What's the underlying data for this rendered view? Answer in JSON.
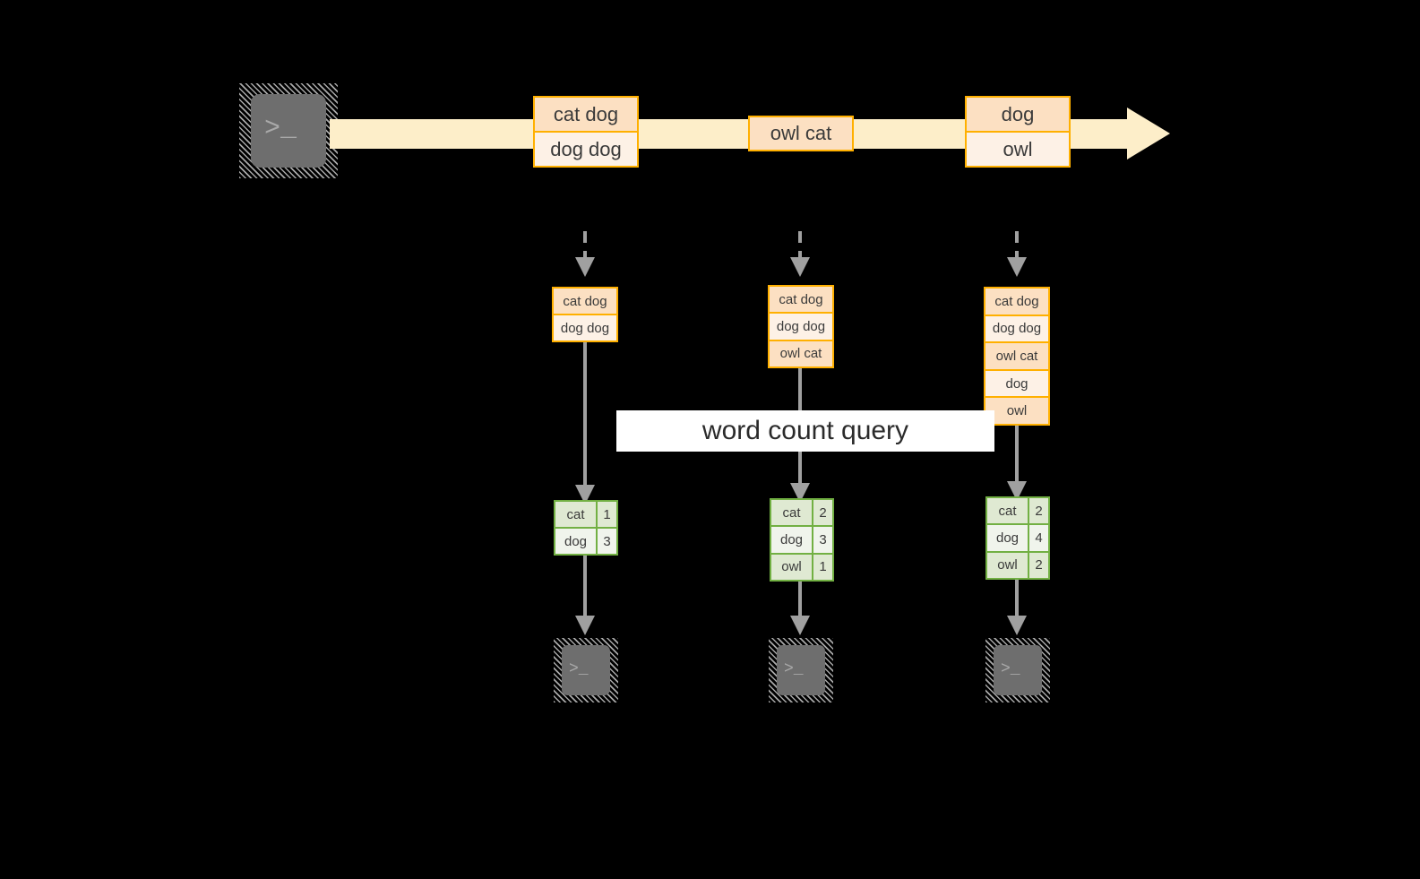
{
  "diagram": {
    "title_label": "word count query",
    "colors": {
      "background": "#000000",
      "stream_fill": "#fdeec9",
      "event_border": "#ffb000",
      "event_fill_dark": "#fce0c2",
      "event_fill_light": "#fdf1e6",
      "result_border": "#72b043",
      "result_fill_dark": "#dfe9d2",
      "result_fill_light": "#f0f4ec",
      "arrow_gray": "#a0a0a0",
      "terminal_fill": "#6e6e6e",
      "label_background": "#ffffff"
    },
    "source": {
      "icon": "terminal-icon",
      "glyph": ">_"
    },
    "stream": {
      "name": "event-stream-arrow",
      "events": [
        {
          "id": "event-1",
          "lines": [
            "cat dog",
            "dog dog"
          ]
        },
        {
          "id": "event-2",
          "lines": [
            "owl cat"
          ]
        },
        {
          "id": "event-3",
          "lines": [
            "dog",
            "owl"
          ]
        }
      ]
    },
    "snapshots": [
      {
        "id": "snapshot-1",
        "state_rows": [
          "cat dog",
          "dog dog"
        ],
        "result_rows": [
          {
            "key": "cat",
            "value": "1"
          },
          {
            "key": "dog",
            "value": "3"
          }
        ],
        "sink": {
          "icon": "terminal-icon",
          "glyph": ">_"
        }
      },
      {
        "id": "snapshot-2",
        "state_rows": [
          "cat dog",
          "dog dog",
          "owl cat"
        ],
        "result_rows": [
          {
            "key": "cat",
            "value": "2"
          },
          {
            "key": "dog",
            "value": "3"
          },
          {
            "key": "owl",
            "value": "1"
          }
        ],
        "sink": {
          "icon": "terminal-icon",
          "glyph": ">_"
        }
      },
      {
        "id": "snapshot-3",
        "state_rows": [
          "cat dog",
          "dog dog",
          "owl cat",
          "dog",
          "owl"
        ],
        "result_rows": [
          {
            "key": "cat",
            "value": "2"
          },
          {
            "key": "dog",
            "value": "4"
          },
          {
            "key": "owl",
            "value": "2"
          }
        ],
        "sink": {
          "icon": "terminal-icon",
          "glyph": ">_"
        }
      }
    ]
  }
}
